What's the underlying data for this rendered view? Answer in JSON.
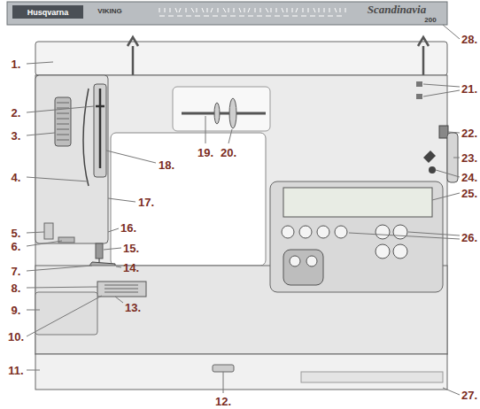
{
  "diagram": {
    "labels": [
      "Husqvarna",
      "VIKING",
      "Scandinavia",
      "200",
      "1.",
      "2.",
      "3.",
      "4.",
      "5.",
      "6.",
      "7.",
      "8.",
      "9.",
      "10.",
      "11.",
      "12.",
      "13.",
      "14.",
      "15.",
      "16.",
      "17.",
      "18.",
      "19.",
      "20.",
      "21.",
      "22.",
      "23.",
      "24.",
      "25.",
      "26.",
      "27.",
      "28."
    ]
  }
}
